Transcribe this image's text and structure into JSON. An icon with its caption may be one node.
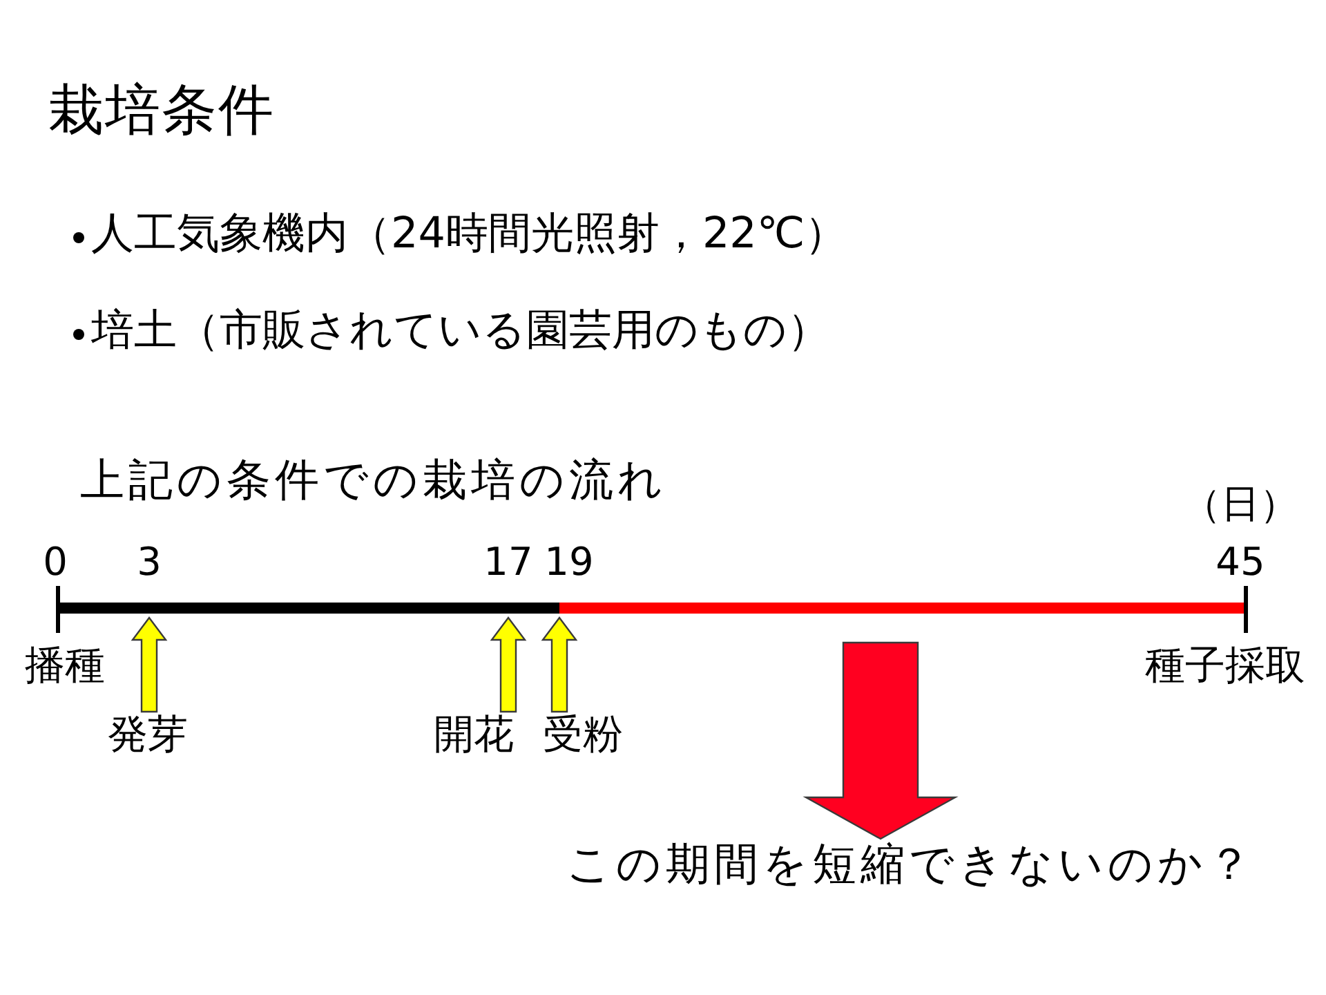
{
  "diagram": {
    "title": "栽培条件",
    "nodes": [
      {
        "text": [
          "発芽"
        ]
      },
      {
        "text": [
          "開花"
        ]
      },
      {
        "text": [
          "受粉"
        ]
      },
      {
        "text": [
          "この期間を短縮できないのか？"
        ]
      }
    ],
    "edges": [
      {
        "from": 0,
        "to": null,
        "arrow": "to"
      },
      {
        "from": 1,
        "to": null,
        "arrow": "to"
      },
      {
        "from": 2,
        "to": null,
        "arrow": "to"
      },
      {
        "from": null,
        "to": 3,
        "arrow": "to",
        "style": "thick",
        "color": "#ff0020"
      }
    ],
    "labels": [
      "人工気象機内（24時間光照射，22℃）",
      "培土（市販されている園芸用のもの）",
      "上記の条件での栽培の流れ",
      "（日）",
      "0",
      "3",
      "17",
      "19",
      "45",
      "播種",
      "種子採取"
    ]
  }
}
